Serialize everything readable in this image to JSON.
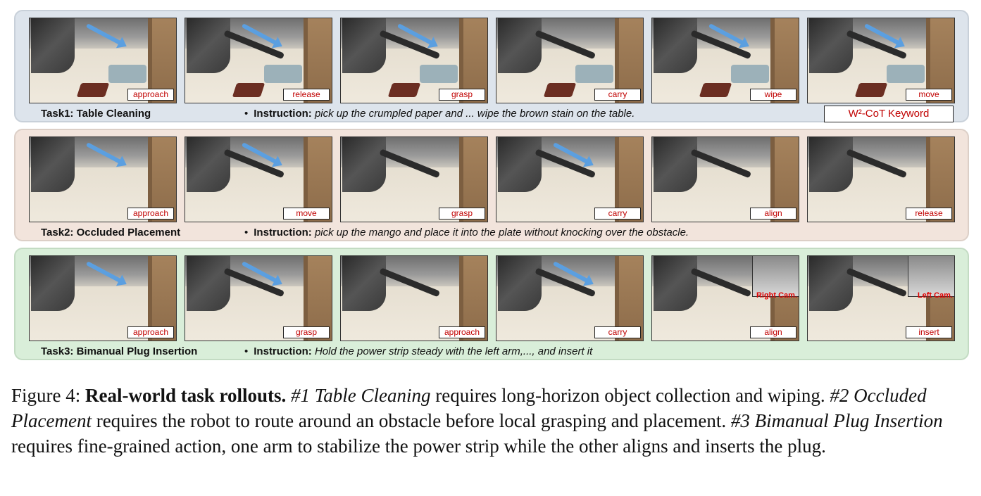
{
  "keyword_label": "W²-CoT Keyword",
  "tasks": [
    {
      "name": "Task1: Table Cleaning",
      "instruction_label": "Instruction:",
      "instruction": "pick up the crumpled paper and ...  wipe the brown stain on the table.",
      "steps": [
        "approach",
        "release",
        "grasp",
        "carry",
        "wipe",
        "move"
      ],
      "bg": "#dde4ec"
    },
    {
      "name": "Task2: Occluded Placement",
      "instruction_label": "Instruction:",
      "instruction": "pick up the mango and place it into the plate without knocking over the obstacle.",
      "steps": [
        "approach",
        "move",
        "grasp",
        "carry",
        "align",
        "release"
      ],
      "bg": "#f2e4dc"
    },
    {
      "name": "Task3: Bimanual Plug Insertion",
      "instruction_label": "Instruction:",
      "instruction": "Hold the power strip steady with the left arm,..., and insert it",
      "steps": [
        "approach",
        "grasp",
        "approach",
        "carry",
        "align",
        "insert"
      ],
      "cam_labels": [
        "Right Cam.",
        "Left Cam."
      ],
      "bg": "#d9eed9"
    }
  ],
  "caption": {
    "prefix": "Figure 4: ",
    "title": "Real-world task rollouts.",
    "t1_name": "#1 Table Cleaning",
    "t1_desc": " requires long-horizon object collection and wiping. ",
    "t2_name": "#2 Occluded Placement",
    "t2_desc": " requires the robot to route around an obstacle before local grasping and placement. ",
    "t3_name": "#3 Bimanual Plug Insertion",
    "t3_desc": " requires fine-grained action, one arm to stabilize the power strip while the other aligns and inserts the plug."
  },
  "colors": {
    "label_red": "#c00000",
    "arrow_blue": "#5b9fe0",
    "cam_red": "#e00000"
  }
}
